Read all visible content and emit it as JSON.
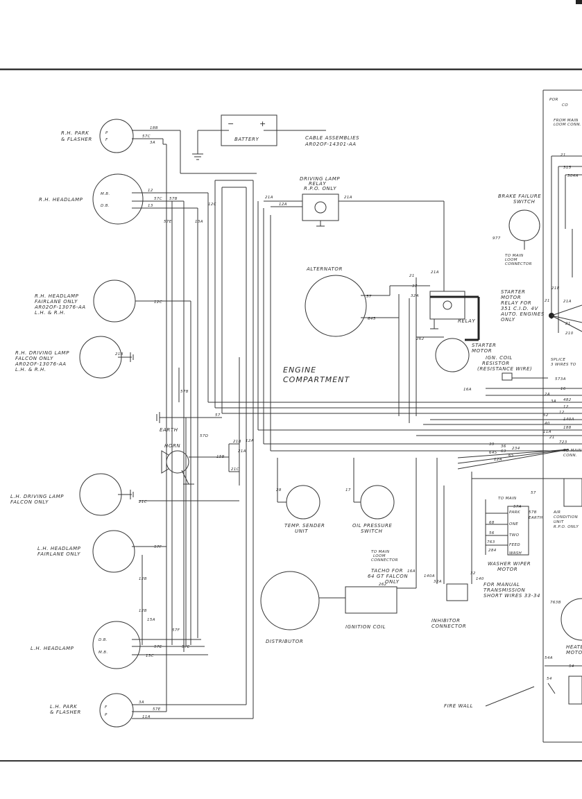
{
  "title_area": {
    "engine_label_1": "ENGINE",
    "engine_label_2": "COMPARTMENT"
  },
  "components": {
    "rh_park": [
      "R.H. PARK",
      "& FLASHER"
    ],
    "rh_headlamp": "R.H. HEADLAMP",
    "rh_headlamp_fairlane": [
      "R.H. HEADLAMP",
      "FAIRLANE ONLY",
      "AR02OF-13076-AA",
      "L.H. & R.H."
    ],
    "rh_driving": [
      "R.H. DRIVING LAMP",
      "FALCON ONLY",
      "AR02OF-13076-AA",
      "L.H. & R.H."
    ],
    "earth": "EARTH",
    "horn": "HORN",
    "lh_driving": [
      "L.H. DRIVING LAMP",
      "FALCON ONLY"
    ],
    "lh_headlamp_fairlane": [
      "L.H. HEADLAMP",
      "FAIRLANE ONLY"
    ],
    "lh_headlamp": "L.H. HEADLAMP",
    "lh_park": [
      "L.H. PARK",
      "& FLASHER"
    ],
    "battery": "BATTERY",
    "cable_assemblies": [
      "CABLE ASSEMBLIES",
      "AR02OF-14301-AA"
    ],
    "driving_relay": [
      "DRIVING LAMP",
      "RELAY",
      "R.P.O. ONLY"
    ],
    "alternator": "ALTERNATOR",
    "starter_relay": [
      "STARTER",
      "MOTOR",
      "RELAY FOR",
      "351 C.I.D. 4V",
      "AUTO. ENGINES",
      "ONLY"
    ],
    "relay": "RELAY",
    "starter_motor": [
      "STARTER",
      "MOTOR"
    ],
    "ign_coil_resistor": [
      "IGN. COIL",
      "RESISTOR",
      "(RESISTANCE WIRE)"
    ],
    "brake_failure": [
      "BRAKE FAILURE",
      "SWITCH"
    ],
    "to_main_loom": [
      "TO MAIN",
      "LOOM",
      "CONNECTOR"
    ],
    "splice": [
      "SPLICE",
      "3 WIRES TO"
    ],
    "temp_sender": [
      "TEMP. SENDER",
      "UNIT"
    ],
    "oil_pressure": [
      "OIL PRESSURE",
      "SWITCH"
    ],
    "tacho": [
      "TACHO FOR",
      "64 GT FALCON",
      "ONLY"
    ],
    "to_main_loom_2": [
      "TO MAIN",
      "LOOM",
      "CONNECTOR"
    ],
    "ignition_coil": "IGNITION COIL",
    "distributor": "DISTRIBUTOR",
    "inhibitor": [
      "INHIBITOR",
      "CONNECTOR"
    ],
    "manual_trans": [
      "FOR MANUAL",
      "TRANSMISSION",
      "SHORT WIRES 33-34"
    ],
    "washer_wiper": [
      "WASHER WIPER",
      "MOTOR"
    ],
    "wiper_positions": [
      "PARK",
      "ONE",
      "TWO",
      "FEED",
      "WASH"
    ],
    "earth_small": "EARTH",
    "air_cond": [
      "AIR",
      "CONDITION",
      "UNIT",
      "R.P.O. ONLY"
    ],
    "to_main_conn": [
      "TO MAIN",
      "CONN."
    ],
    "fire_wall": "FIRE WALL",
    "from_main_loom": [
      "FROM MAIN",
      "LOOM CONN."
    ],
    "heater_motor": [
      "HEATER",
      "MOTOR"
    ],
    "top_right": [
      "POR",
      "CO"
    ]
  },
  "wire_labels": {
    "w18b": "18B",
    "w57c": "57C",
    "w3a": "3A",
    "w12": "12",
    "w57c2": "57C",
    "w57b": "57B",
    "w13": "13",
    "w12c": "12C",
    "w57e": "57E",
    "w13a": "13A",
    "w12c2": "12C",
    "w21b": "21B",
    "w57b2": "57B",
    "w57": "57",
    "w57d": "57D",
    "w15b": "15B",
    "w21b2": "21B",
    "w21c": "21C",
    "w21a": "21A",
    "w12a": "12A",
    "w21c2": "21C",
    "w57f": "57F",
    "w12b": "12B",
    "w12b2": "12B",
    "w15a": "15A",
    "w57f2": "57F",
    "w57e2": "57E",
    "w57e3": "57E",
    "w13c": "13C",
    "w3a2": "3A",
    "w57e4": "57E",
    "w11a": "11A",
    "w21a_r": "21A",
    "w12a_r": "12A",
    "w21a2": "21A",
    "w57_alt": "57",
    "w645": "645",
    "w37": "37",
    "w21": "21",
    "w32a": "32A",
    "w21a3": "21A",
    "w262": "262",
    "w16a": "16A",
    "w28": "28",
    "w17": "17",
    "w16a2": "16A",
    "w140a": "140A",
    "w32a2": "32A",
    "w32": "32",
    "w140": "140",
    "w262b": "262",
    "w57a": "57A",
    "w57b3": "57B",
    "w68": "68",
    "w56": "56",
    "w763": "763",
    "w284": "284",
    "w57_w": "57",
    "w977": "977",
    "w218": "218",
    "w21_b": "21",
    "w21a4": "21A",
    "w21_c": "21",
    "w210": "210",
    "w573a": "573A",
    "w16": "16",
    "w2a": "2A",
    "w3a3": "3A",
    "w482": "482",
    "w12_r": "12",
    "w12r2": "12",
    "w52": "52",
    "w140a2": "140A",
    "w40": "40",
    "w188": "188",
    "w11a2": "11A",
    "w21_d": "21",
    "w723": "723",
    "w39": "39",
    "w36": "36",
    "w63": "63",
    "w234": "234",
    "w645b": "645",
    "w65": "65",
    "w12a3": "12A",
    "w763b": "763B",
    "w21_e": "21",
    "w315": "315",
    "w304a": "304A",
    "w54a": "54A",
    "w54": "54",
    "w54_b": "54"
  },
  "colors": {
    "ink": "#2a2a2a",
    "paper": "#ffffff"
  }
}
